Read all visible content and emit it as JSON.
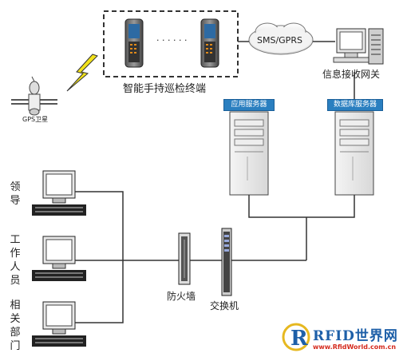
{
  "labels": {
    "handheld": "智能手持巡检终端",
    "dots": "· · · · · ·",
    "sms": "SMS/GPRS",
    "gateway": "信息接收网关",
    "gps": "GPS卫星",
    "app_server": "应用服务器",
    "db_server": "数据库服务器",
    "leader": "领导",
    "staff": "工作人员",
    "dept": "相关部门",
    "firewall": "防火墙",
    "switch": "交换机"
  },
  "logo": {
    "brand": "RFID世界网",
    "url": "www.RfidWorld.com.cn"
  },
  "colors": {
    "line": "#333333",
    "lightning": "#f2e21a",
    "server_label_bg": "#2a7fc0",
    "logo_blue": "#1d5fa8",
    "logo_red": "#d52b1e"
  }
}
